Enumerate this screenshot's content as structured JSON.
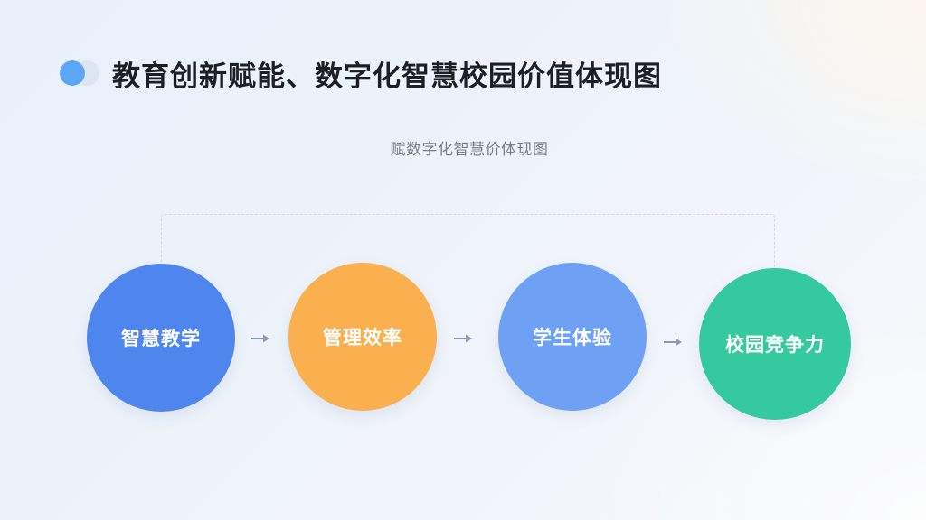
{
  "header": {
    "title": "教育创新赋能、数字化智慧校园价值体现图",
    "accent_dots": {
      "front_color": "#5aa8f5",
      "back_color": "#dde5f1"
    }
  },
  "diagram": {
    "subtitle": "赋数字化智慧价体现图",
    "connector": {
      "style": "dashed",
      "color": "#d2dae6",
      "from": "智慧教学",
      "to": "校园竞争力"
    },
    "nodes": [
      {
        "label": "智慧教学",
        "color": "#4e86ee"
      },
      {
        "label": "管理效率",
        "color": "#fbb04f"
      },
      {
        "label": "学生体验",
        "color": "#6ea0f3"
      },
      {
        "label": "校园竞争力",
        "color": "#35c9a0"
      }
    ],
    "arrows": [
      {
        "icon": "arrow-right-icon",
        "color": "#8a9bb8"
      },
      {
        "icon": "arrow-right-icon",
        "color": "#8a9bb8"
      },
      {
        "icon": "arrow-right-icon",
        "color": "#8a9bb8"
      }
    ]
  }
}
